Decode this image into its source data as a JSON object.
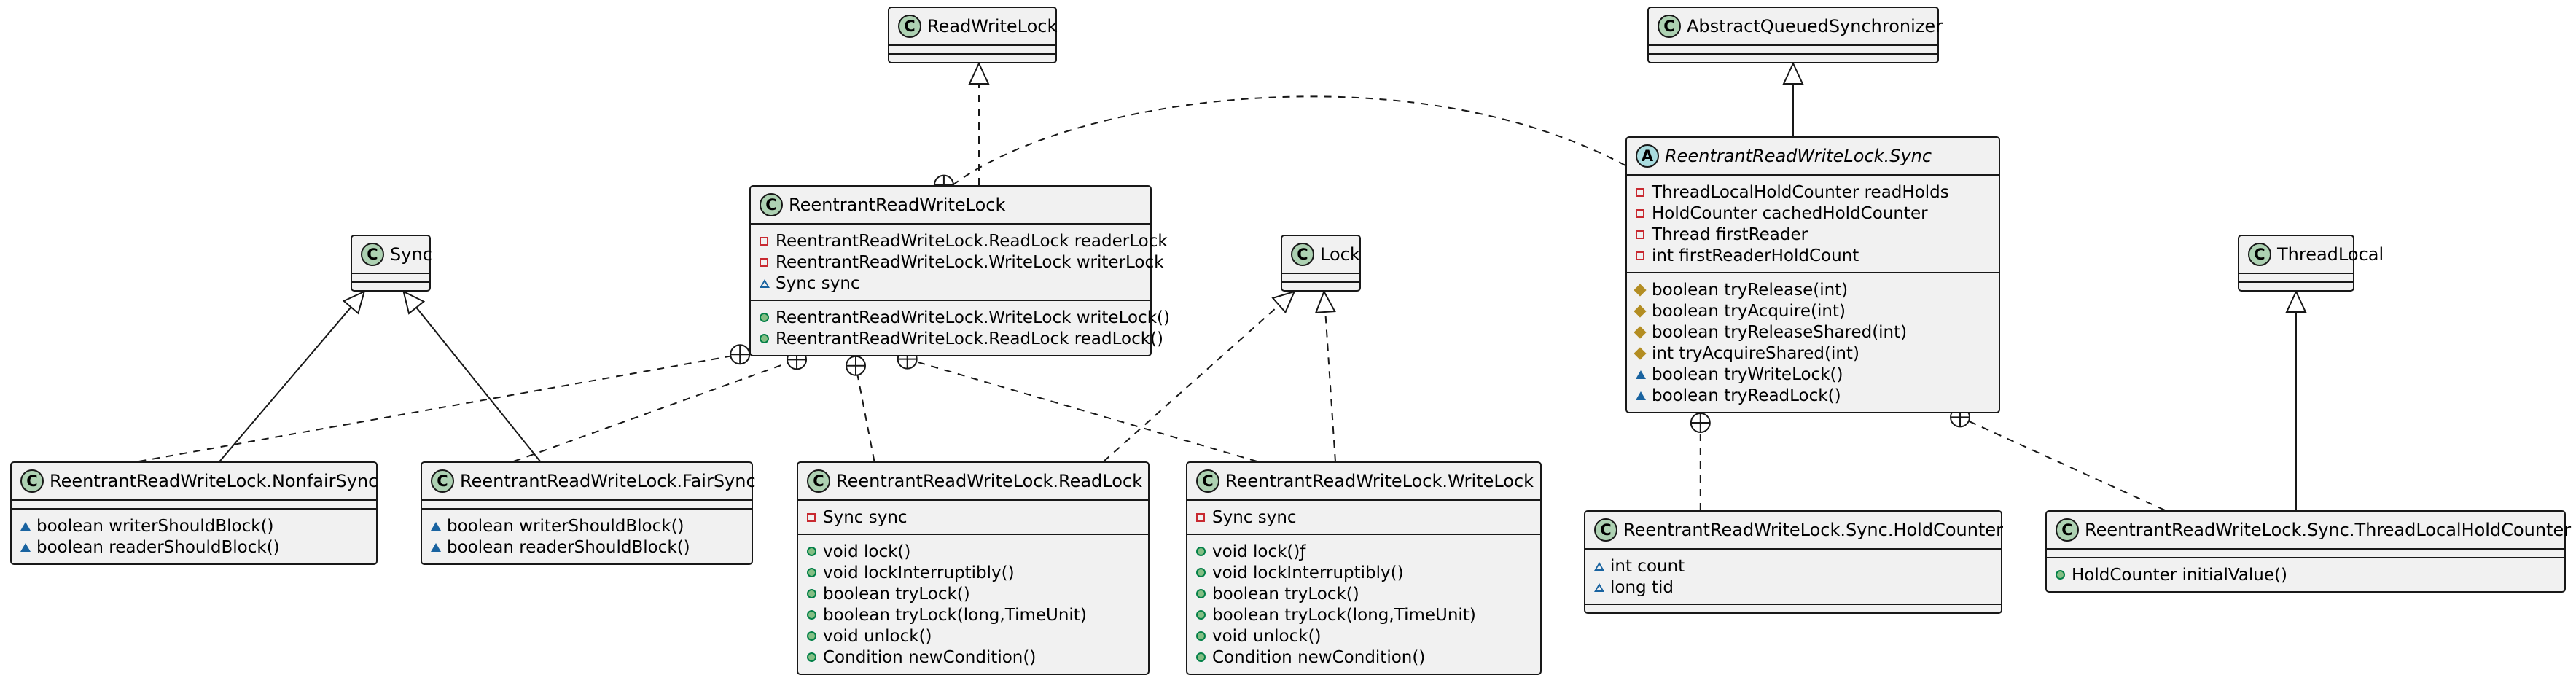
{
  "diagram": {
    "classes": [
      {
        "id": "readwritelock",
        "kind": "C",
        "name": "ReadWriteLock",
        "italic": false,
        "fields": [],
        "methods": []
      },
      {
        "id": "aqs",
        "kind": "C",
        "name": "AbstractQueuedSynchronizer",
        "italic": false,
        "fields": [],
        "methods": []
      },
      {
        "id": "rrwl",
        "kind": "C",
        "name": "ReentrantReadWriteLock",
        "italic": false,
        "fields": [
          {
            "vis": "private",
            "text": "ReentrantReadWriteLock.ReadLock readerLock"
          },
          {
            "vis": "private",
            "text": "ReentrantReadWriteLock.WriteLock writerLock"
          },
          {
            "vis": "package",
            "text": "Sync sync"
          }
        ],
        "methods": [
          {
            "vis": "public",
            "text": "ReentrantReadWriteLock.WriteLock writeLock()"
          },
          {
            "vis": "public",
            "text": "ReentrantReadWriteLock.ReadLock readLock()"
          }
        ]
      },
      {
        "id": "rrwl_sync",
        "kind": "A",
        "name": "ReentrantReadWriteLock.Sync",
        "italic": true,
        "fields": [
          {
            "vis": "private",
            "text": "ThreadLocalHoldCounter readHolds"
          },
          {
            "vis": "private",
            "text": "HoldCounter cachedHoldCounter"
          },
          {
            "vis": "private",
            "text": "Thread firstReader"
          },
          {
            "vis": "private",
            "text": "int firstReaderHoldCount"
          }
        ],
        "methods": [
          {
            "vis": "protected",
            "text": "boolean tryRelease(int)"
          },
          {
            "vis": "protected",
            "text": "boolean tryAcquire(int)"
          },
          {
            "vis": "protected",
            "text": "boolean tryReleaseShared(int)"
          },
          {
            "vis": "protected",
            "text": "int tryAcquireShared(int)"
          },
          {
            "vis": "package-filled",
            "text": "boolean tryWriteLock()"
          },
          {
            "vis": "package-filled",
            "text": "boolean tryReadLock()"
          }
        ]
      },
      {
        "id": "sync",
        "kind": "C",
        "name": "Sync",
        "italic": false,
        "fields": [],
        "methods": []
      },
      {
        "id": "lock",
        "kind": "C",
        "name": "Lock",
        "italic": false,
        "fields": [],
        "methods": []
      },
      {
        "id": "threadlocal",
        "kind": "C",
        "name": "ThreadLocal",
        "italic": false,
        "fields": [],
        "methods": []
      },
      {
        "id": "nonfair",
        "kind": "C",
        "name": "ReentrantReadWriteLock.NonfairSync",
        "italic": false,
        "fields": [],
        "methods": [
          {
            "vis": "package-filled",
            "text": "boolean writerShouldBlock()"
          },
          {
            "vis": "package-filled",
            "text": "boolean readerShouldBlock()"
          }
        ]
      },
      {
        "id": "fair",
        "kind": "C",
        "name": "ReentrantReadWriteLock.FairSync",
        "italic": false,
        "fields": [],
        "methods": [
          {
            "vis": "package-filled",
            "text": "boolean writerShouldBlock()"
          },
          {
            "vis": "package-filled",
            "text": "boolean readerShouldBlock()"
          }
        ]
      },
      {
        "id": "readlock",
        "kind": "C",
        "name": "ReentrantReadWriteLock.ReadLock",
        "italic": false,
        "fields": [
          {
            "vis": "private",
            "text": "Sync sync"
          }
        ],
        "methods": [
          {
            "vis": "public",
            "text": "void lock()"
          },
          {
            "vis": "public",
            "text": "void lockInterruptibly()"
          },
          {
            "vis": "public",
            "text": "boolean tryLock()"
          },
          {
            "vis": "public",
            "text": "boolean tryLock(long,TimeUnit)"
          },
          {
            "vis": "public",
            "text": "void unlock()"
          },
          {
            "vis": "public",
            "text": "Condition newCondition()"
          }
        ]
      },
      {
        "id": "writelock",
        "kind": "C",
        "name": "ReentrantReadWriteLock.WriteLock",
        "italic": false,
        "fields": [
          {
            "vis": "private",
            "text": "Sync sync"
          }
        ],
        "methods": [
          {
            "vis": "public",
            "text": "void lock()ƒ"
          },
          {
            "vis": "public",
            "text": "void lockInterruptibly()"
          },
          {
            "vis": "public",
            "text": "boolean tryLock()"
          },
          {
            "vis": "public",
            "text": "boolean tryLock(long,TimeUnit)"
          },
          {
            "vis": "public",
            "text": "void unlock()"
          },
          {
            "vis": "public",
            "text": "Condition newCondition()"
          }
        ]
      },
      {
        "id": "holdcounter",
        "kind": "C",
        "name": "ReentrantReadWriteLock.Sync.HoldCounter",
        "italic": false,
        "fields": [
          {
            "vis": "package",
            "text": "int count"
          },
          {
            "vis": "package",
            "text": "long tid"
          }
        ],
        "methods": []
      },
      {
        "id": "tlhc",
        "kind": "C",
        "name": "ReentrantReadWriteLock.Sync.ThreadLocalHoldCounter",
        "italic": false,
        "fields": [],
        "methods": [
          {
            "vis": "public",
            "text": "HoldCounter initialValue()"
          }
        ]
      }
    ],
    "relations": [
      {
        "from": "rrwl",
        "to": "readwritelock",
        "type": "realization"
      },
      {
        "from": "rrwl_sync",
        "to": "aqs",
        "type": "inheritance"
      },
      {
        "from": "nonfair",
        "to": "sync",
        "type": "inheritance"
      },
      {
        "from": "fair",
        "to": "sync",
        "type": "inheritance"
      },
      {
        "from": "readlock",
        "to": "lock",
        "type": "realization"
      },
      {
        "from": "writelock",
        "to": "lock",
        "type": "realization"
      },
      {
        "from": "tlhc",
        "to": "threadlocal",
        "type": "inheritance"
      },
      {
        "from": "rrwl_sync",
        "to": "rrwl",
        "type": "nested"
      },
      {
        "from": "nonfair",
        "to": "rrwl",
        "type": "nested"
      },
      {
        "from": "fair",
        "to": "rrwl",
        "type": "nested"
      },
      {
        "from": "readlock",
        "to": "rrwl",
        "type": "nested"
      },
      {
        "from": "writelock",
        "to": "rrwl",
        "type": "nested"
      },
      {
        "from": "holdcounter",
        "to": "rrwl_sync",
        "type": "nested"
      },
      {
        "from": "tlhc",
        "to": "rrwl_sync",
        "type": "nested"
      }
    ],
    "colors": {
      "box_fill": "#f1f1f1",
      "border": "#181818",
      "class_badge": "#add1b2",
      "abstract_badge": "#a9dcdf",
      "private": "#c82930",
      "public": "#84be84",
      "protected": "#b38d22",
      "package": "#1963a0"
    }
  }
}
